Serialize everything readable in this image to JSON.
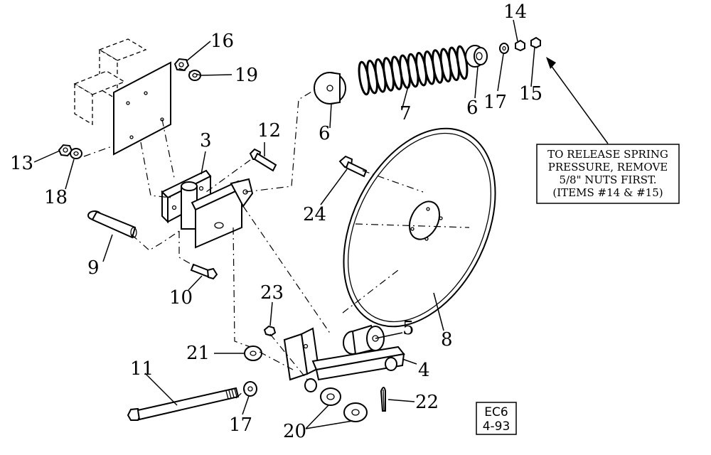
{
  "parts": [
    {
      "id": "1",
      "label": "16"
    },
    {
      "id": "2",
      "label": "19"
    },
    {
      "id": "3",
      "label": "13"
    },
    {
      "id": "4",
      "label": "18"
    },
    {
      "id": "5",
      "label": "3"
    },
    {
      "id": "6",
      "label": "12"
    },
    {
      "id": "7",
      "label": "9"
    },
    {
      "id": "8",
      "label": "10"
    },
    {
      "id": "9",
      "label": "6"
    },
    {
      "id": "10",
      "label": "7"
    },
    {
      "id": "11",
      "label": "6"
    },
    {
      "id": "12",
      "label": "14"
    },
    {
      "id": "13",
      "label": "17"
    },
    {
      "id": "14",
      "label": "15"
    },
    {
      "id": "15",
      "label": "24"
    },
    {
      "id": "16",
      "label": "8"
    },
    {
      "id": "17",
      "label": "23"
    },
    {
      "id": "18",
      "label": "5"
    },
    {
      "id": "19",
      "label": "4"
    },
    {
      "id": "20",
      "label": "21"
    },
    {
      "id": "21",
      "label": "11"
    },
    {
      "id": "22",
      "label": "17"
    },
    {
      "id": "23",
      "label": "20"
    },
    {
      "id": "24",
      "label": "22"
    }
  ],
  "note": {
    "lines": [
      "TO RELEASE SPRING",
      "PRESSURE, REMOVE",
      "5/8\" NUTS FIRST.",
      "(ITEMS #14 & #15)"
    ]
  },
  "drawing_code": {
    "lines": [
      "EC6",
      "4-93"
    ]
  }
}
